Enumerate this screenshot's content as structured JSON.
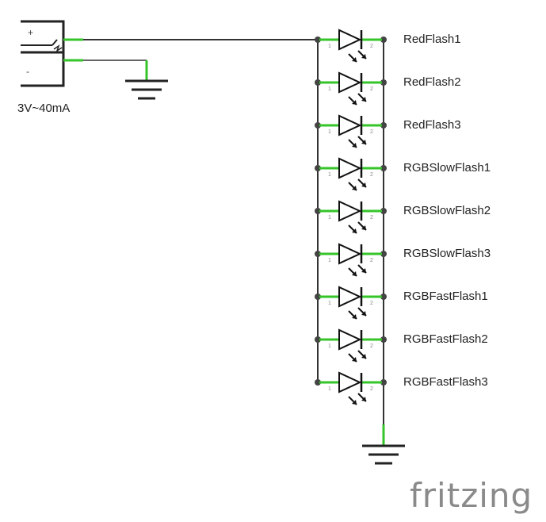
{
  "source": {
    "label": "3V~40mA",
    "plus_sign": "+",
    "minus_sign": "-"
  },
  "leds": [
    {
      "label": "RedFlash1"
    },
    {
      "label": "RedFlash2"
    },
    {
      "label": "RedFlash3"
    },
    {
      "label": "RGBSlowFlash1"
    },
    {
      "label": "RGBSlowFlash2"
    },
    {
      "label": "RGBSlowFlash3"
    },
    {
      "label": "RGBFastFlash1"
    },
    {
      "label": "RGBFastFlash2"
    },
    {
      "label": "RGBFastFlash3"
    }
  ],
  "pin_labels": {
    "anode": "1",
    "cathode": "2"
  },
  "watermark": "fritzing",
  "colors": {
    "wire": "#333333",
    "active_wire": "#35c52a",
    "watermark": "#8a8a8a"
  }
}
